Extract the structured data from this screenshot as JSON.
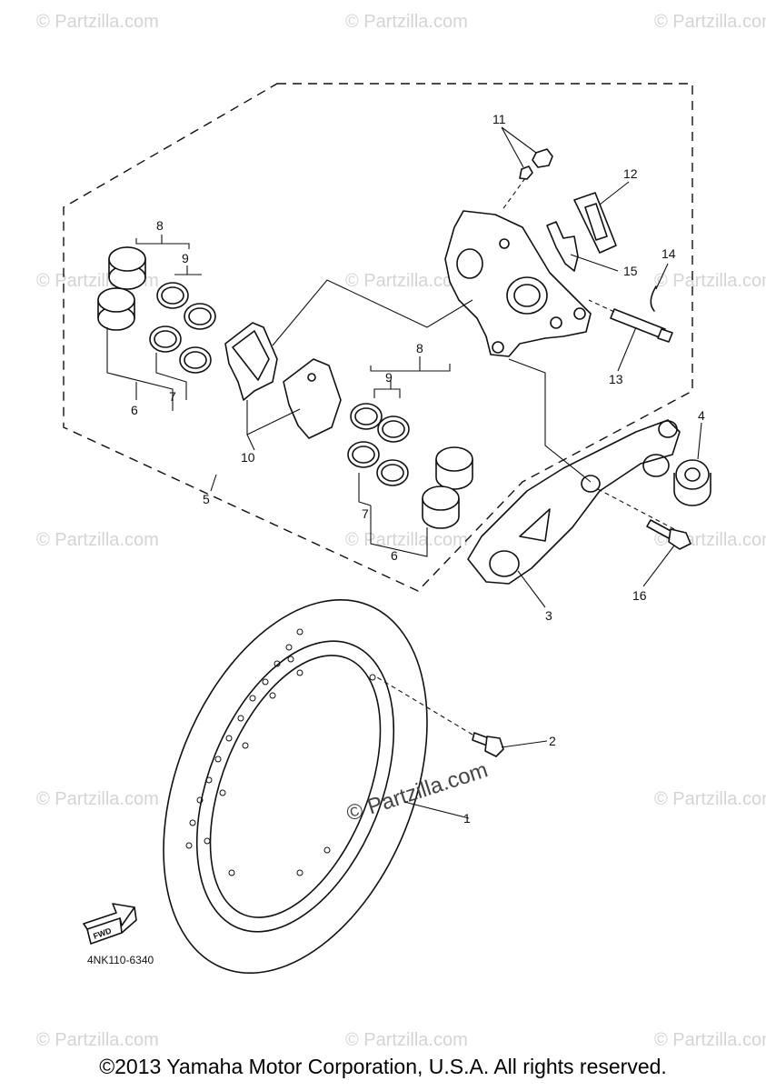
{
  "diagram": {
    "callouts": [
      "1",
      "2",
      "3",
      "4",
      "5",
      "6",
      "7",
      "8",
      "9",
      "10",
      "11",
      "12",
      "13",
      "14",
      "15",
      "16"
    ],
    "extra_callouts": {
      "6b": "6",
      "7b": "7",
      "8b": "8",
      "9b": "9"
    },
    "fwd_label": "FWD",
    "drawing_code": "4NK110-6340",
    "watermark": "© Partzilla.com",
    "center_watermark": "© Partzilla.com"
  },
  "footer": {
    "copyright": "©2013 Yamaha Motor Corporation, U.S.A. All rights reserved."
  }
}
